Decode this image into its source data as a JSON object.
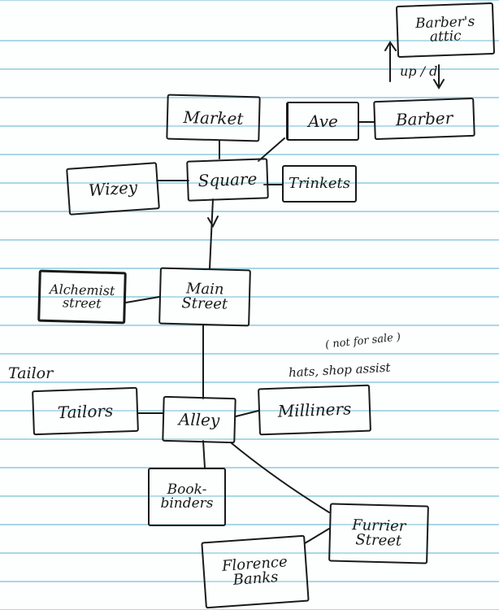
{
  "nodes": {
    "barbers_attic": "Barber's attic",
    "market": "Market",
    "ave": "Ave",
    "barber": "Barber",
    "wizzy": "Wizey",
    "square": "Square",
    "trinkets": "Trinkets",
    "alchemist_street": "Alchemist street",
    "main_street": "Main Street",
    "tailors": "Tailors",
    "alley": "Alley",
    "milliners": "Milliners",
    "bookbinders": "Book-binders",
    "furrier_street": "Furrier Street",
    "florence_banks": "Florence Banks"
  },
  "annotations": {
    "up_down": "up / d",
    "tailor": "Tailor",
    "not_for_sale": "( not for sale )",
    "hats_shop_assist": "hats, shop assist"
  }
}
